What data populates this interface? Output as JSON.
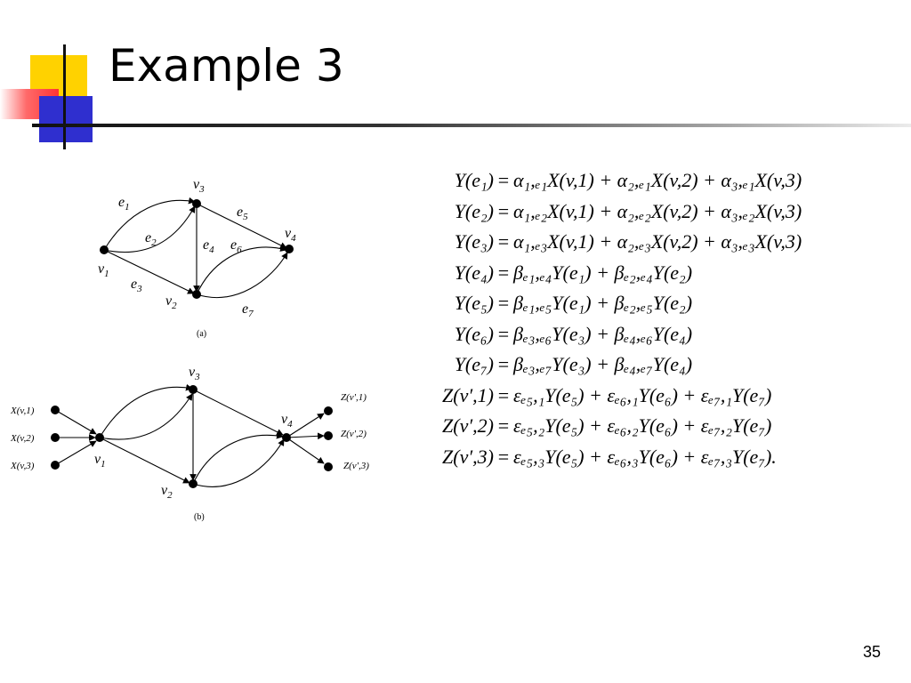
{
  "slide": {
    "title": "Example 3",
    "page_number": "35"
  },
  "figure_a": {
    "caption": "(a)",
    "nodes": {
      "v1": "v",
      "v1_sub": "1",
      "v2": "v",
      "v2_sub": "2",
      "v3": "v",
      "v3_sub": "3",
      "v4": "v",
      "v4_sub": "4"
    },
    "edges": {
      "e1": "e",
      "e1_sub": "1",
      "e2": "e",
      "e2_sub": "2",
      "e3": "e",
      "e3_sub": "3",
      "e4": "e",
      "e4_sub": "4",
      "e5": "e",
      "e5_sub": "5",
      "e6": "e",
      "e6_sub": "6",
      "e7": "e",
      "e7_sub": "7"
    }
  },
  "figure_b": {
    "caption": "(b)",
    "nodes": {
      "v1": "v",
      "v1_sub": "1",
      "v2": "v",
      "v2_sub": "2",
      "v3": "v",
      "v3_sub": "3",
      "v4": "v",
      "v4_sub": "4"
    },
    "inputs": [
      "X(v,1)",
      "X(v,2)",
      "X(v,3)"
    ],
    "outputs": [
      "Z(v',1)",
      "Z(v',2)",
      "Z(v',3)"
    ]
  },
  "equations": [
    {
      "lhs": "Y(e₁)",
      "rhs": "α₁,ₑ₁X(v,1) + α₂,ₑ₁X(v,2) + α₃,ₑ₁X(v,3)"
    },
    {
      "lhs": "Y(e₂)",
      "rhs": "α₁,ₑ₂X(v,1) + α₂,ₑ₂X(v,2) + α₃,ₑ₂X(v,3)"
    },
    {
      "lhs": "Y(e₃)",
      "rhs": "α₁,ₑ₃X(v,1) + α₂,ₑ₃X(v,2) + α₃,ₑ₃X(v,3)"
    },
    {
      "lhs": "Y(e₄)",
      "rhs": "βₑ₁,ₑ₄Y(e₁) + βₑ₂,ₑ₄Y(e₂)"
    },
    {
      "lhs": "Y(e₅)",
      "rhs": "βₑ₁,ₑ₅Y(e₁) + βₑ₂,ₑ₅Y(e₂)"
    },
    {
      "lhs": "Y(e₆)",
      "rhs": "βₑ₃,ₑ₆Y(e₃) + βₑ₄,ₑ₆Y(e₄)"
    },
    {
      "lhs": "Y(e₇)",
      "rhs": "βₑ₃,ₑ₇Y(e₃) + βₑ₄,ₑ₇Y(e₄)"
    },
    {
      "lhs": "Z(v′,1)",
      "rhs": "εₑ₅,₁Y(e₅) + εₑ₆,₁Y(e₆) + εₑ₇,₁Y(e₇)"
    },
    {
      "lhs": "Z(v′,2)",
      "rhs": "εₑ₅,₂Y(e₅) + εₑ₆,₂Y(e₆) + εₑ₇,₂Y(e₇)"
    },
    {
      "lhs": "Z(v′,3)",
      "rhs": "εₑ₅,₃Y(e₅) + εₑ₆,₃Y(e₆) + εₑ₇,₃Y(e₇)."
    }
  ],
  "equals_sign": "=",
  "colors": {
    "yellow": "#ffd200",
    "red": "#ff3333",
    "blue": "#2f2fcf"
  }
}
